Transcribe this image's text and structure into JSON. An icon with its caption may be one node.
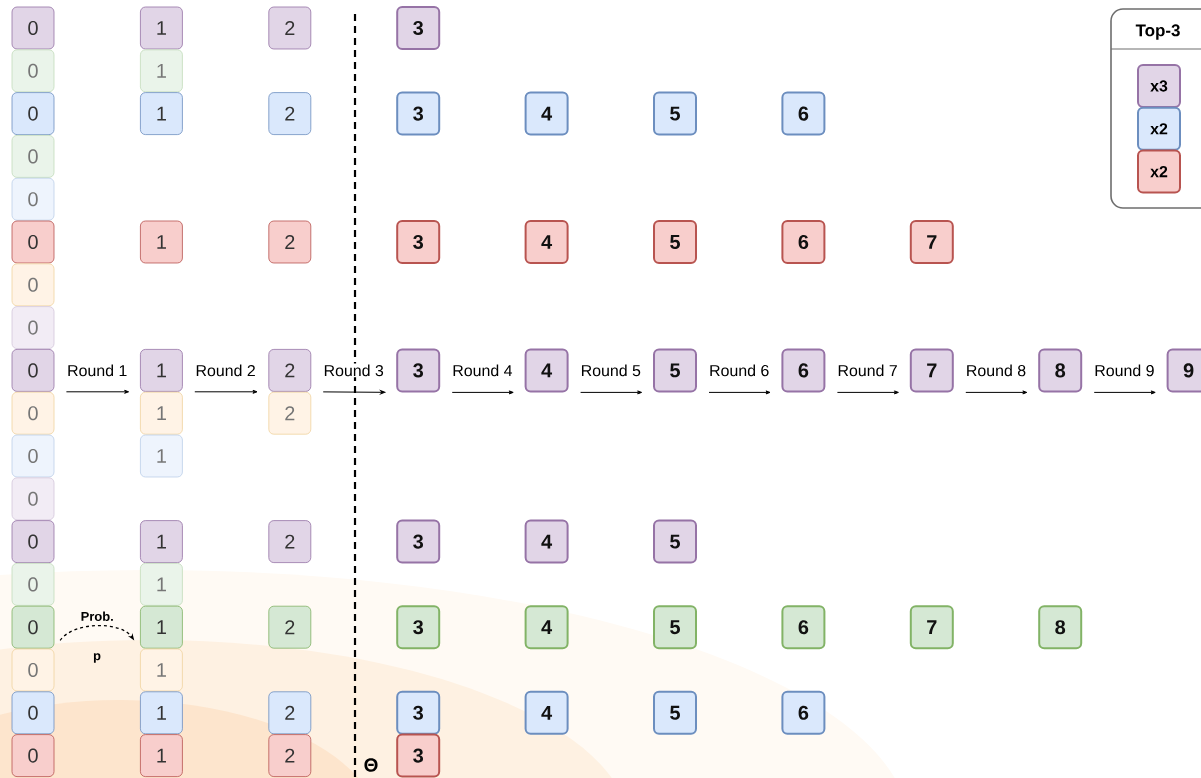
{
  "diagram": {
    "nodes": [
      {
        "text": [
          "0"
        ]
      },
      {
        "text": [
          "1"
        ]
      },
      {
        "text": [
          "2"
        ]
      },
      {
        "text": [
          "3"
        ]
      },
      {
        "text": [
          "0"
        ]
      },
      {
        "text": [
          "1"
        ]
      },
      {
        "text": [
          "0"
        ]
      },
      {
        "text": [
          "1"
        ]
      },
      {
        "text": [
          "2"
        ]
      },
      {
        "text": [
          "3"
        ]
      },
      {
        "text": [
          "4"
        ]
      },
      {
        "text": [
          "5"
        ]
      },
      {
        "text": [
          "6"
        ]
      },
      {
        "text": [
          "0"
        ]
      },
      {
        "text": [
          "0"
        ]
      },
      {
        "text": [
          "0"
        ]
      },
      {
        "text": [
          "1"
        ]
      },
      {
        "text": [
          "2"
        ]
      },
      {
        "text": [
          "3"
        ]
      },
      {
        "text": [
          "4"
        ]
      },
      {
        "text": [
          "5"
        ]
      },
      {
        "text": [
          "6"
        ]
      },
      {
        "text": [
          "7"
        ]
      },
      {
        "text": [
          "0"
        ]
      },
      {
        "text": [
          "0"
        ]
      },
      {
        "text": [
          "0"
        ]
      },
      {
        "text": [
          "1"
        ]
      },
      {
        "text": [
          "2"
        ]
      },
      {
        "text": [
          "3"
        ]
      },
      {
        "text": [
          "4"
        ]
      },
      {
        "text": [
          "5"
        ]
      },
      {
        "text": [
          "6"
        ]
      },
      {
        "text": [
          "7"
        ]
      },
      {
        "text": [
          "8"
        ]
      },
      {
        "text": [
          "9"
        ]
      },
      {
        "text": [
          "0"
        ]
      },
      {
        "text": [
          "1"
        ]
      },
      {
        "text": [
          "2"
        ]
      },
      {
        "text": [
          "0"
        ]
      },
      {
        "text": [
          "1"
        ]
      },
      {
        "text": [
          "0"
        ]
      },
      {
        "text": [
          "0"
        ]
      },
      {
        "text": [
          "1"
        ]
      },
      {
        "text": [
          "2"
        ]
      },
      {
        "text": [
          "3"
        ]
      },
      {
        "text": [
          "4"
        ]
      },
      {
        "text": [
          "5"
        ]
      },
      {
        "text": [
          "0"
        ]
      },
      {
        "text": [
          "1"
        ]
      },
      {
        "text": [
          "0"
        ]
      },
      {
        "text": [
          "1"
        ]
      },
      {
        "text": [
          "2"
        ]
      },
      {
        "text": [
          "3"
        ]
      },
      {
        "text": [
          "4"
        ]
      },
      {
        "text": [
          "5"
        ]
      },
      {
        "text": [
          "6"
        ]
      },
      {
        "text": [
          "7"
        ]
      },
      {
        "text": [
          "8"
        ]
      },
      {
        "text": [
          "0"
        ]
      },
      {
        "text": [
          "1"
        ]
      },
      {
        "text": [
          "0"
        ]
      },
      {
        "text": [
          "1"
        ]
      },
      {
        "text": [
          "2"
        ]
      },
      {
        "text": [
          "3"
        ]
      },
      {
        "text": [
          "4"
        ]
      },
      {
        "text": [
          "5"
        ]
      },
      {
        "text": [
          "6"
        ]
      },
      {
        "text": [
          "0"
        ]
      },
      {
        "text": [
          "1"
        ]
      },
      {
        "text": [
          "2"
        ]
      },
      {
        "text": [
          "3"
        ]
      }
    ],
    "edges": [
      {
        "from": 25,
        "to": 26,
        "arrow": "to",
        "label": "Round 1"
      },
      {
        "from": 26,
        "to": 27,
        "arrow": "to",
        "label": "Round 2"
      },
      {
        "from": 27,
        "to": 28,
        "arrow": "to",
        "label": "Round 3"
      },
      {
        "from": 28,
        "to": 29,
        "arrow": "to",
        "label": "Round 4"
      },
      {
        "from": 29,
        "to": 30,
        "arrow": "to",
        "label": "Round 5"
      },
      {
        "from": 30,
        "to": 31,
        "arrow": "to",
        "label": "Round 6"
      },
      {
        "from": 31,
        "to": 32,
        "arrow": "to",
        "label": "Round 7"
      },
      {
        "from": 32,
        "to": 33,
        "arrow": "to",
        "label": "Round 8"
      },
      {
        "from": 33,
        "to": 34,
        "arrow": "to",
        "label": "Round 9"
      },
      {
        "from": 49,
        "to": 50,
        "arrow": "to",
        "label": "Prob.",
        "style": "dashed"
      }
    ],
    "labels": [
      "p",
      "Θ",
      "Top-3"
    ],
    "legend": [
      {
        "text": "x3",
        "color": "#e1d5e7"
      },
      {
        "text": "x2",
        "color": "#dae8fc"
      },
      {
        "text": "x2",
        "color": "#f8cecc"
      }
    ]
  }
}
